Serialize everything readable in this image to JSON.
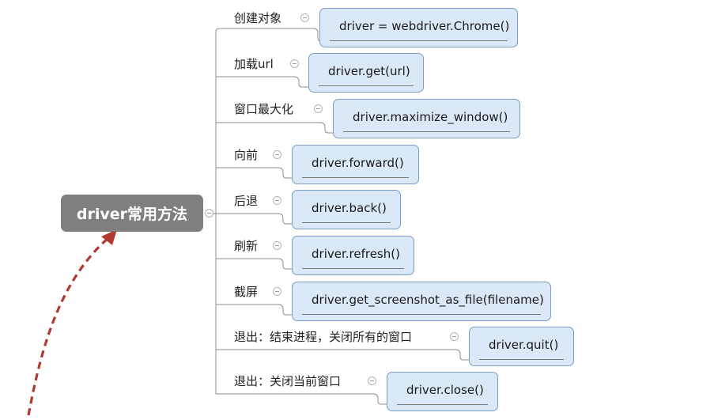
{
  "diagram": {
    "root_label": "driver常用方法",
    "branches": [
      {
        "label": "创建对象",
        "method": "driver = webdriver.Chrome()"
      },
      {
        "label": "加载url",
        "method": "driver.get(url)"
      },
      {
        "label": "窗口最大化",
        "method": "driver.maximize_window()"
      },
      {
        "label": "向前",
        "method": "driver.forward()"
      },
      {
        "label": "后退",
        "method": "driver.back()"
      },
      {
        "label": "刷新",
        "method": "driver.refresh()"
      },
      {
        "label": "截屏",
        "method": "driver.get_screenshot_as_file(filename)"
      },
      {
        "label": "退出：结束进程，关闭所有的窗口",
        "method": "driver.quit()"
      },
      {
        "label": "退出：关闭当前窗口",
        "method": "driver.close()"
      }
    ],
    "colors": {
      "root_fill": "#7f7f7f",
      "leaf_fill": "#dbe8f7",
      "leaf_border": "#7a9cc5",
      "connector": "#8c8c8c",
      "arrow": "#b03a32"
    }
  }
}
